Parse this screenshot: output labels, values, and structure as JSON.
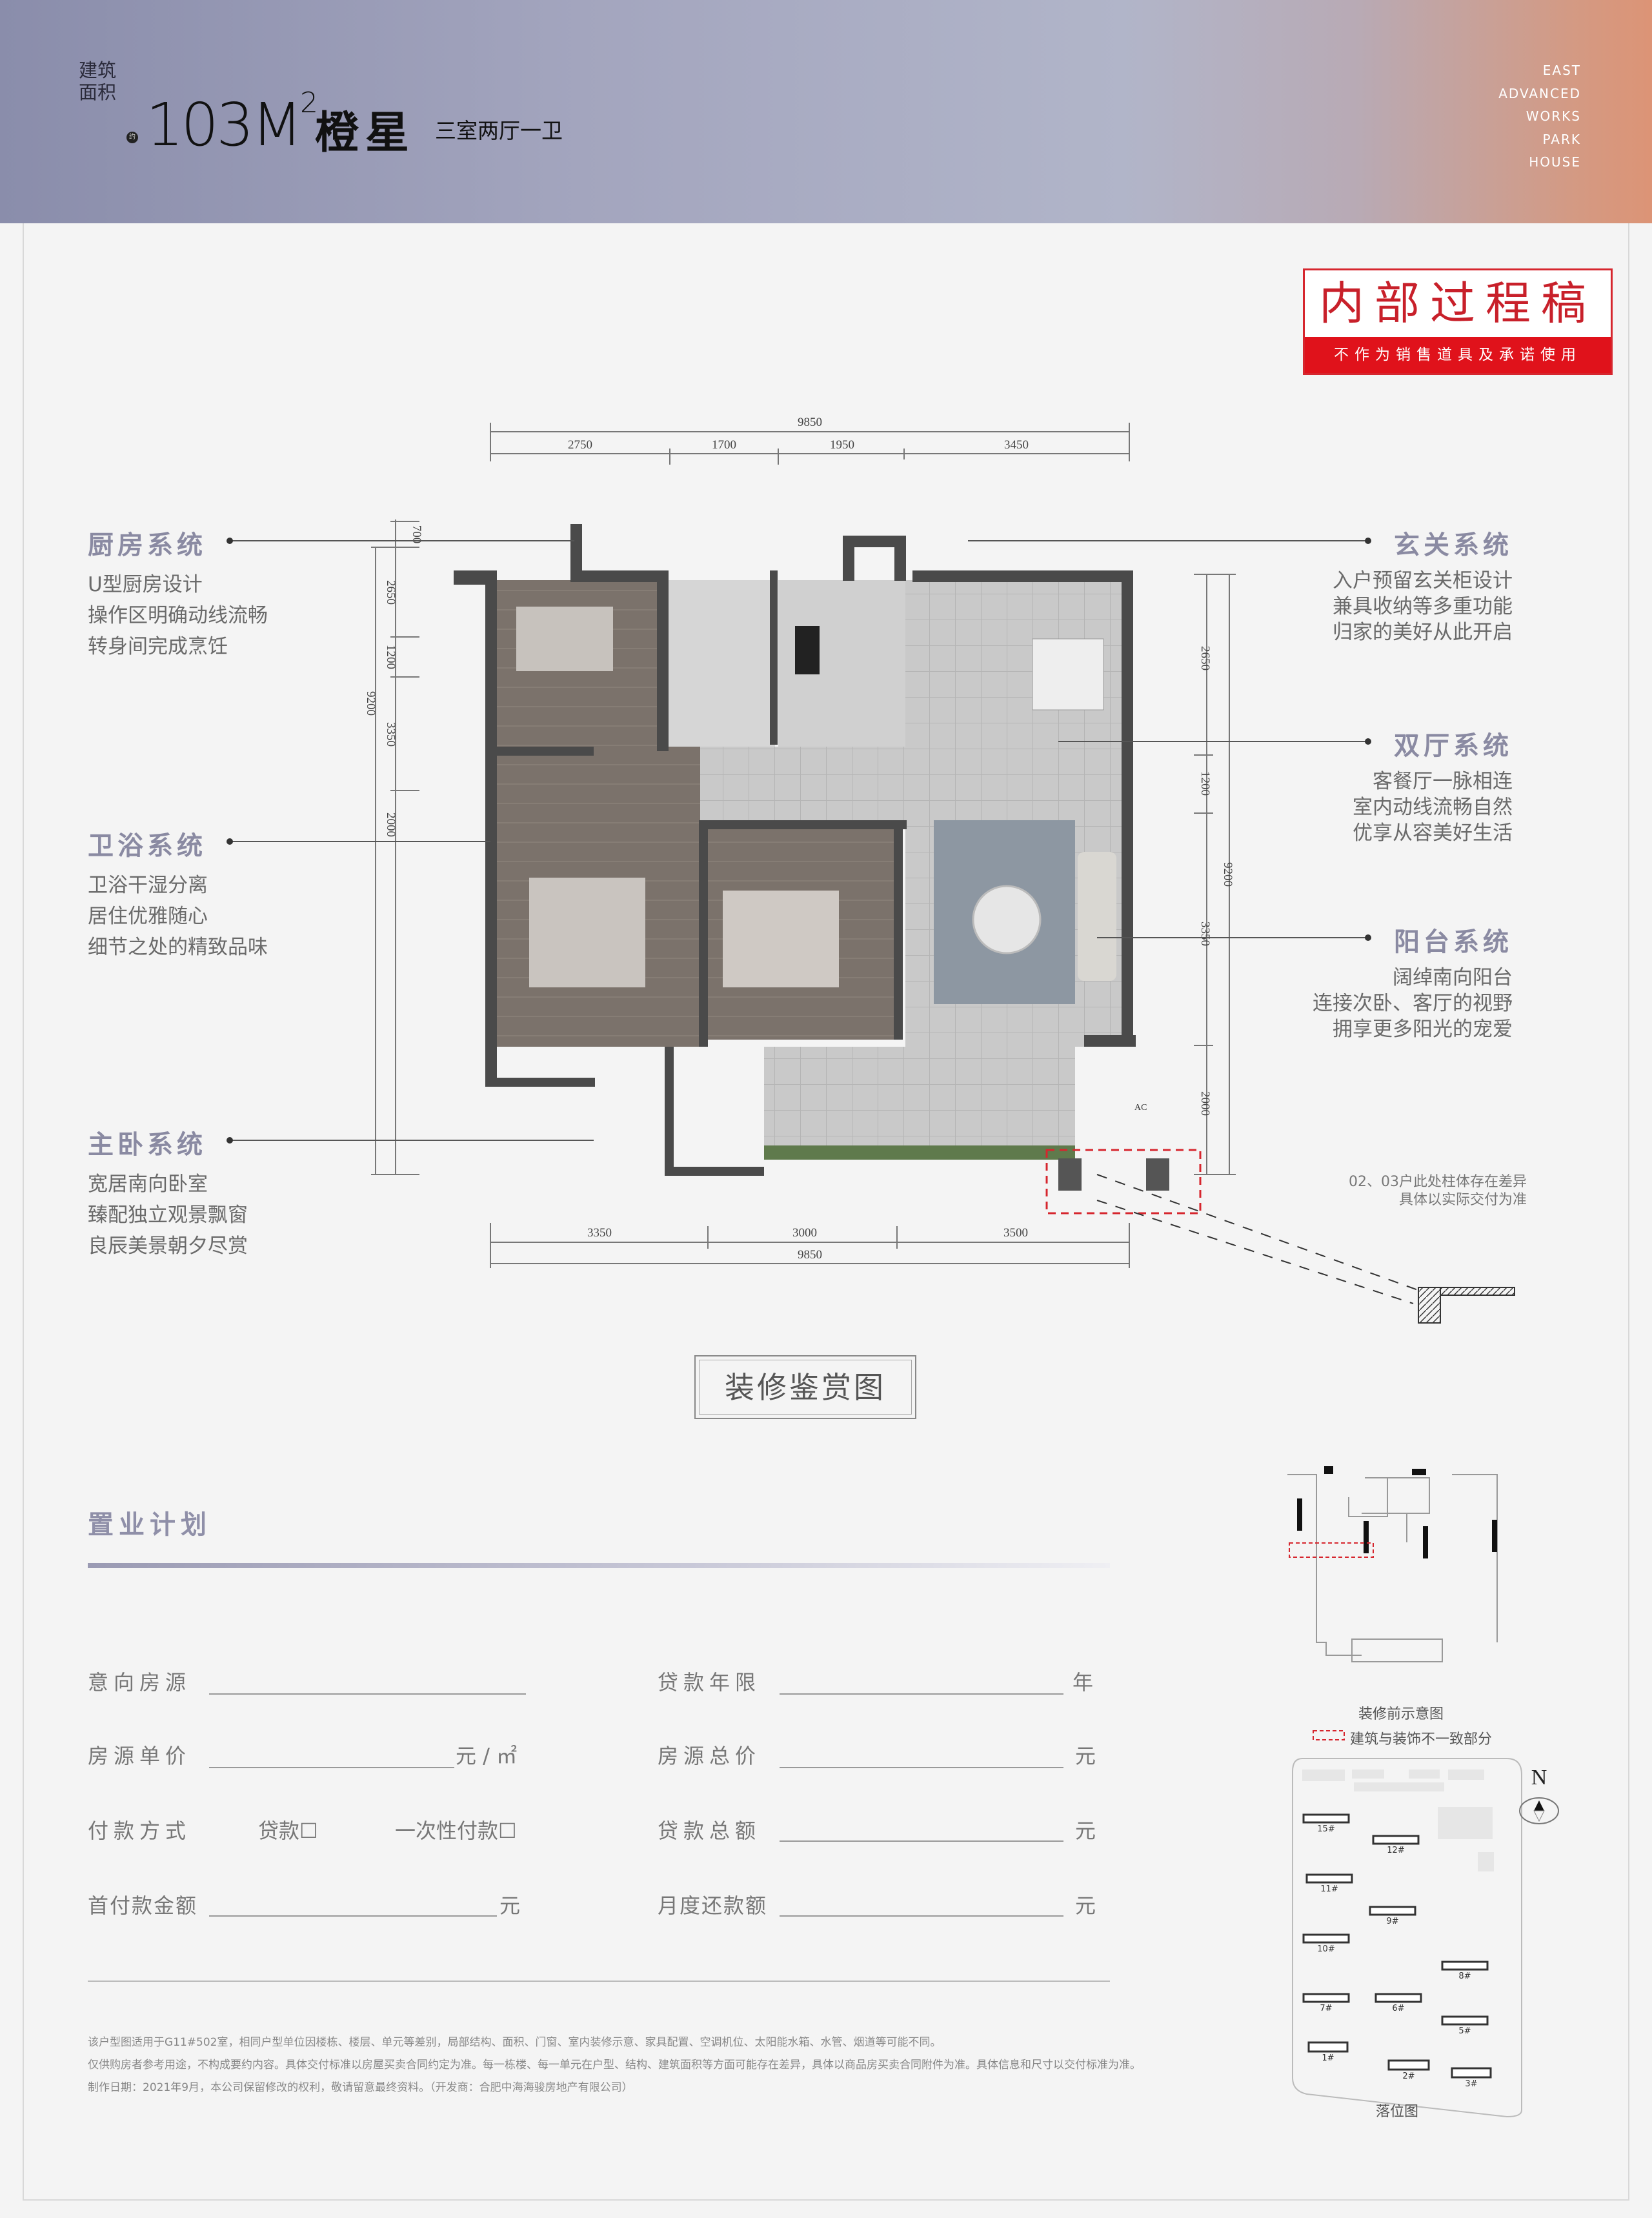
{
  "header": {
    "area_label": "建筑面积",
    "area_value": "103M",
    "area_sup": "2",
    "unit_mark": "约",
    "name": "橙星",
    "layout": "三室两厅一卫",
    "brand_lines": [
      "EAST",
      "ADVANCED",
      "WORKS",
      "PARK",
      "HOUSE"
    ]
  },
  "stamp": {
    "title": "内部过程稿",
    "subtitle": "不作为销售道具及承诺使用"
  },
  "systems_left": [
    {
      "title": "厨房系统",
      "lines": [
        "U型厨房设计",
        "操作区明确动线流畅",
        "转身间完成烹饪"
      ]
    },
    {
      "title": "卫浴系统",
      "lines": [
        "卫浴干湿分离",
        "居住优雅随心",
        "细节之处的精致品味"
      ]
    },
    {
      "title": "主卧系统",
      "lines": [
        "宽居南向卧室",
        "臻配独立观景飘窗",
        "良辰美景朝夕尽赏"
      ]
    }
  ],
  "systems_right": [
    {
      "title": "玄关系统",
      "lines": [
        "入户预留玄关柜设计",
        "兼具收纳等多重功能",
        "归家的美好从此开启"
      ]
    },
    {
      "title": "双厅系统",
      "lines": [
        "客餐厅一脉相连",
        "室内动线流畅自然",
        "优享从容美好生活"
      ]
    },
    {
      "title": "阳台系统",
      "lines": [
        "阔绰南向阳台",
        "连接次卧、客厅的视野",
        "拥享更多阳光的宠爱"
      ]
    }
  ],
  "dimensions": {
    "top_total": "9850",
    "top": [
      "2750",
      "1700",
      "1950",
      "3450"
    ],
    "bottom": [
      "3350",
      "3000",
      "3500"
    ],
    "bottom_total": "9850",
    "left": [
      "700",
      "2650",
      "1200",
      "3350",
      "2000"
    ],
    "left_total": "9200",
    "right": [
      "2650",
      "1200",
      "3350",
      "2000"
    ],
    "right_total": "9200",
    "ac_label": "AC"
  },
  "column_note": [
    "02、03户此处柱体存在差异",
    "具体以实际交付为准"
  ],
  "appreciation_label": "装修鉴赏图",
  "purchase_plan": {
    "title": "置业计划",
    "left_rows": [
      {
        "label": "意向房源",
        "unit": ""
      },
      {
        "label": "房源单价",
        "unit": "元 / ㎡"
      },
      {
        "label": "付款方式",
        "opt1": "贷款☐",
        "opt2": "一次性付款☐"
      },
      {
        "label": "首付款金额",
        "unit": "元"
      }
    ],
    "right_rows": [
      {
        "label": "贷款年限",
        "unit": "年"
      },
      {
        "label": "房源总价",
        "unit": "元"
      },
      {
        "label": "贷款总额",
        "unit": "元"
      },
      {
        "label": "月度还款额",
        "unit": "元"
      }
    ]
  },
  "fine_print": [
    "该户型图适用于G11#502室，相同户型单位因楼栋、楼层、单元等差别，局部结构、面积、门窗、室内装修示意、家具配置、空调机位、太阳能水箱、水管、烟道等可能不同。",
    "仅供购房者参考用途，不构成要约内容。具体交付标准以房屋买卖合同约定为准。每一栋楼、每一单元在户型、结构、建筑面积等方面可能存在差异，具体以商品房买卖合同附件为准。具体信息和尺寸以交付标准为准。",
    "制作日期：2021年9月，本公司保留修改的权利，敬请留意最终资料。（开发商：合肥中海海骏房地产有限公司）"
  ],
  "pre_renovation": {
    "caption": "装修前示意图",
    "legend": "建筑与装饰不一致部分"
  },
  "site_plan": {
    "caption": "落位图",
    "north": "N",
    "buildings": [
      "15#",
      "12#",
      "11#",
      "9#",
      "10#",
      "8#",
      "7#",
      "6#",
      "5#",
      "1#",
      "2#",
      "3#"
    ]
  },
  "colors": {
    "stamp_red": "#e0121b",
    "title_purple": "#8a8aa2",
    "dashed_red": "#d6262e"
  }
}
